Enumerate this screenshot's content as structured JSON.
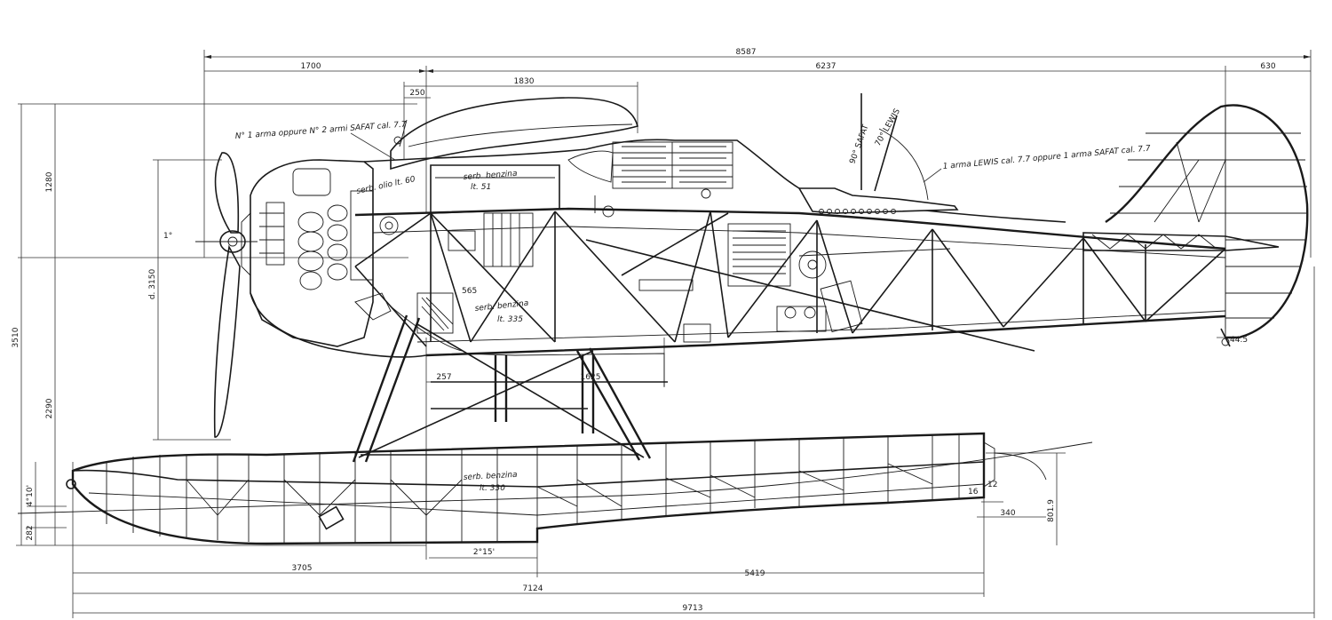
{
  "dimensions": {
    "overall_length": "8587",
    "nose_section": "1700",
    "rear_section": "6237",
    "tail_overhang": "630",
    "gun_offset": "250",
    "gun_length": "1830",
    "height_upper": "1280",
    "height_total": "3510",
    "height_lower": "2290",
    "prop_diameter": "d. 3150",
    "prop_offset": "1°",
    "cg_offset": "565",
    "strut_a": "257",
    "strut_b": "1625",
    "float_nose": "4°10'",
    "float_base": "282",
    "float_step": "2°15'",
    "float_front": "3705",
    "float_rear": "5419",
    "float_total": "7124",
    "float_length": "9713",
    "float_height": "801.9",
    "float_tail": "340",
    "float_tail_a": "12",
    "float_tail_b": "16",
    "tail_wheel": "44.5",
    "gun_angle_a": "90° SAFAT",
    "gun_angle_b": "70° LEWIS"
  },
  "annotations": {
    "forward_guns": "N° 1 arma oppure N° 2 armi SAFAT cal. 7.7",
    "oil_tank": "serb. olio lt. 60",
    "fuel_tank_upper": "serb. benzina",
    "fuel_tank_upper_cap": "lt. 51",
    "fuel_tank_main": "serb. benzina",
    "fuel_tank_main_cap": "lt. 335",
    "rear_gun": "1 arma LEWIS cal. 7.7 oppure 1 arma SAFAT cal. 7.7",
    "float_tank": "serb. benzina",
    "float_tank_cap": "lt. 330"
  }
}
